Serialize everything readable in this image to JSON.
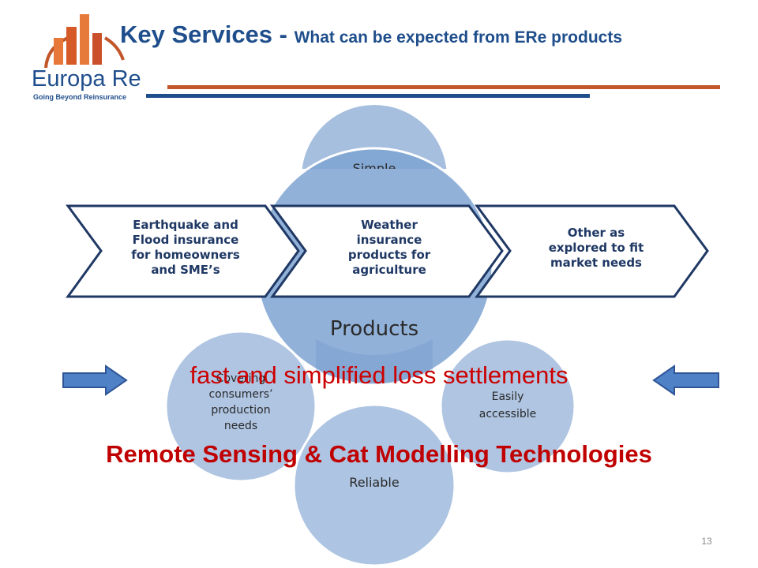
{
  "header": {
    "title_main": "Key Services - ",
    "title_sub": "What can be expected from ERe products",
    "logo_name": "Europa Re",
    "logo_tagline": "Going Beyond Reinsurance",
    "accent_blue": "#1f4e8c",
    "accent_orange": "#c2562a"
  },
  "diagram": {
    "top_circle": "Simple",
    "center_circle": "Products",
    "left_circle": [
      "Covering",
      "consumers’",
      "production",
      "needs"
    ],
    "right_circle": [
      "Easily",
      "accessible"
    ],
    "bottom_circle": "Reliable",
    "circle_color": "#9db7d9",
    "circle_edge": "#5b84be"
  },
  "chevrons": [
    {
      "lines": [
        "Earthquake and",
        "Flood insurance",
        "for homeowners",
        "and  SME’s"
      ]
    },
    {
      "lines": [
        "Weather",
        "insurance",
        "products for",
        "agriculture"
      ]
    },
    {
      "lines": [
        "Other as",
        "explored to fit",
        "market needs"
      ]
    }
  ],
  "messages": {
    "loss_settlement": "fast and simplified loss settlements",
    "technologies": "Remote Sensing & Cat Modelling Technologies"
  },
  "footer": {
    "page_number": "13"
  }
}
